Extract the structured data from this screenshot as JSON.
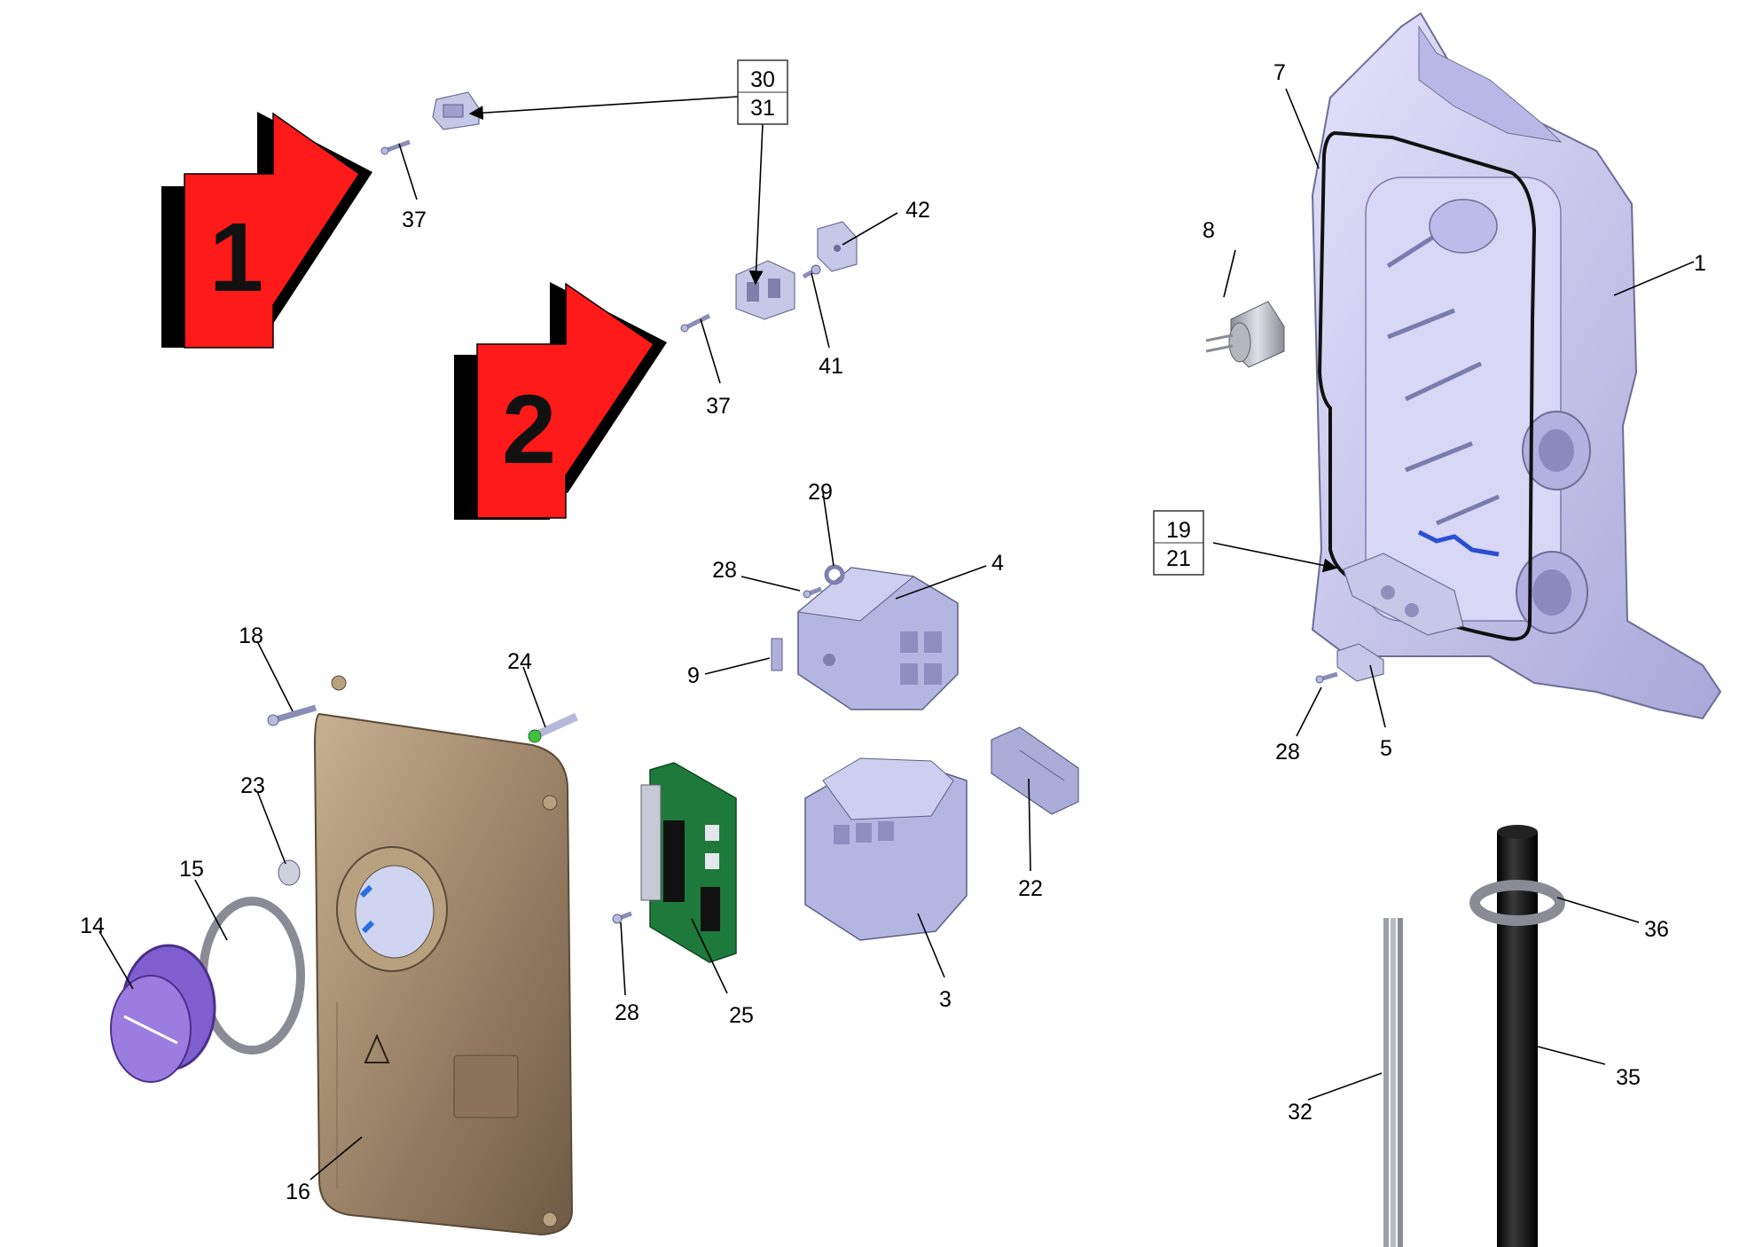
{
  "diagram": {
    "type": "exploded-parts-view",
    "step_markers": [
      {
        "id": "step-1",
        "label": "1",
        "color": "#ff1a1a"
      },
      {
        "id": "step-2",
        "label": "2",
        "color": "#ff1a1a"
      }
    ],
    "callouts": {
      "c1": "1",
      "c3": "3",
      "c4": "4",
      "c5": "5",
      "c7": "7",
      "c8": "8",
      "c9": "9",
      "c14": "14",
      "c15": "15",
      "c16": "16",
      "c18": "18",
      "c22": "22",
      "c23": "23",
      "c24": "24",
      "c25": "25",
      "c28a": "28",
      "c28b": "28",
      "c28c": "28",
      "c29": "29",
      "c32": "32",
      "c35": "35",
      "c36": "36",
      "c37a": "37",
      "c37b": "37",
      "c41": "41",
      "c42": "42",
      "box_30": "30",
      "box_31": "31",
      "box_19": "19",
      "box_21": "21"
    },
    "colors": {
      "housing": "#cfcdf2",
      "cover": "#9c8468",
      "pcb": "#1e7a3a",
      "cable": "#111111",
      "step_arrow": "#ff1a1a",
      "lens": "#9b7de0"
    }
  }
}
